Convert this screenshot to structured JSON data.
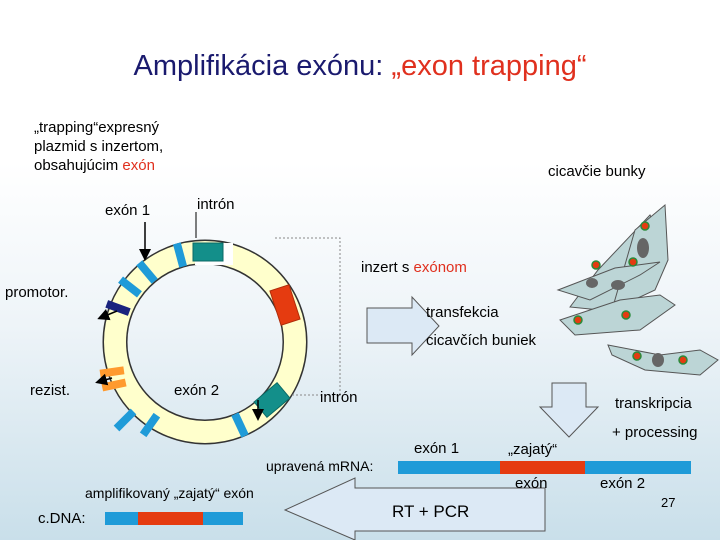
{
  "title": {
    "main": "Amplifikácia exónu: ",
    "accent": "„exon trapping“"
  },
  "intro": {
    "line1": "„trapping“expresný",
    "line2": "plazmid s inzertom,",
    "line3_prefix": "obsahujúcim ",
    "line3_accent": "exón"
  },
  "labels": {
    "mammalian_cells": "cicavčie bunky",
    "exon1": "exón 1",
    "intron_top": "intrón",
    "insert_prefix": "inzert s ",
    "insert_accent": "exónom",
    "promoter": "promotor.",
    "transfection": "transfekcia",
    "mammalian_cells2": "cicavčích buniek",
    "resistance": "rezist.",
    "exon2": "exón 2",
    "intron_bottom": "intrón",
    "transcription": "transkripcia",
    "processing": "+ processing",
    "mrna_exon1": "exón 1",
    "trapped": "„zajatý“",
    "modified_mrna": "upravená mRNA:",
    "mrna_exon": "exón",
    "mrna_exon2": "exón 2",
    "amplified": "amplifikovaný „zajatý“ exón",
    "cdna": "c.DNA:",
    "rtpcr": "RT + PCR",
    "page_number": "27"
  },
  "colors": {
    "title": "#1a1a6e",
    "accent": "#e0301e",
    "plasmid_ring": "#ffffcc",
    "exon_teal": "#138f8a",
    "insert_red": "#e53b10",
    "blue_band": "#1f9bd8",
    "arrow_fill": "#dce9f5",
    "cell_fill": "#bcd5d6",
    "orange_mark": "#ff9a2e"
  }
}
